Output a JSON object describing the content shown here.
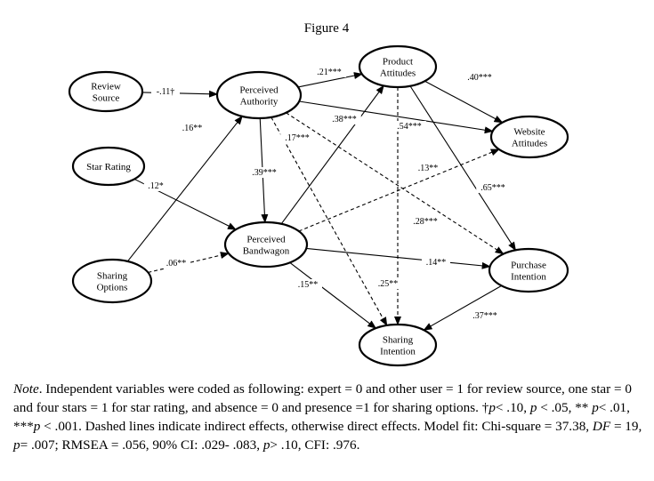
{
  "figure_title": "Figure 4",
  "nodes": {
    "review_source": [
      "Review",
      "Source"
    ],
    "star_rating": [
      "Star Rating"
    ],
    "sharing_options": [
      "Sharing",
      "Options"
    ],
    "perceived_authority": [
      "Perceived",
      "Authority"
    ],
    "perceived_bandwagon": [
      "Perceived",
      "Bandwagon"
    ],
    "product_attitudes": [
      "Product",
      "Attitudes"
    ],
    "website_attitudes": [
      "Website",
      "Attitudes"
    ],
    "purchase_intention": [
      "Purchase",
      "Intention"
    ],
    "sharing_intention": [
      "Sharing",
      "Intention"
    ]
  },
  "paths": [
    {
      "from": "review_source",
      "to": "perceived_authority",
      "coef": "-.11†",
      "style": "solid"
    },
    {
      "from": "sharing_options",
      "to": "perceived_authority",
      "coef": ".16**",
      "style": "solid"
    },
    {
      "from": "star_rating",
      "to": "perceived_bandwagon",
      "coef": ".12*",
      "style": "solid"
    },
    {
      "from": "sharing_options",
      "to": "perceived_bandwagon",
      "coef": ".06**",
      "style": "dashed"
    },
    {
      "from": "perceived_authority",
      "to": "product_attitudes",
      "coef": ".21***",
      "style": "solid"
    },
    {
      "from": "perceived_authority",
      "to": "perceived_bandwagon",
      "coef": ".39***",
      "style": "solid"
    },
    {
      "from": "perceived_authority",
      "to": "website_attitudes",
      "coef": ".54***",
      "style": "solid"
    },
    {
      "from": "perceived_authority",
      "to": "sharing_intention",
      "coef": ".17***",
      "style": "dashed"
    },
    {
      "from": "perceived_authority",
      "to": "purchase_intention",
      "coef": ".28***",
      "style": "dashed"
    },
    {
      "from": "perceived_bandwagon",
      "to": "product_attitudes",
      "coef": ".38***",
      "style": "solid"
    },
    {
      "from": "perceived_bandwagon",
      "to": "website_attitudes",
      "coef": ".13**",
      "style": "dashed"
    },
    {
      "from": "perceived_bandwagon",
      "to": "purchase_intention",
      "coef": ".14**",
      "style": "solid"
    },
    {
      "from": "perceived_bandwagon",
      "to": "sharing_intention",
      "coef": ".15**",
      "style": "solid"
    },
    {
      "from": "product_attitudes",
      "to": "website_attitudes",
      "coef": ".40***",
      "style": "solid"
    },
    {
      "from": "product_attitudes",
      "to": "purchase_intention",
      "coef": ".65***",
      "style": "solid"
    },
    {
      "from": "product_attitudes",
      "to": "sharing_intention",
      "coef": ".25**",
      "style": "dashed"
    },
    {
      "from": "purchase_intention",
      "to": "sharing_intention",
      "coef": ".37***",
      "style": "solid"
    }
  ],
  "note": {
    "label": "Note",
    "text_1": ". Independent variables were coded as following: expert = 0 and other user = 1 for review source, one star = 0 and four stars = 1 for star rating, and absence = 0 and presence =1 for sharing options. †",
    "p1": "p",
    "t2": "< .10, ",
    "p2": "p",
    "t3": " < .05, ** ",
    "p3": "p",
    "t4": "< .01, ***",
    "p4": "p",
    "t5": " < .001. Dashed lines indicate indirect effects, otherwise direct effects. Model fit: Chi-square = 37.38, ",
    "df": "DF",
    "t6": " = 19, ",
    "p5": "p",
    "t7": "= .007; RMSEA = .056, 90% CI: .029- .083, ",
    "p6": "p",
    "t8": "> .10, CFI: .976."
  }
}
